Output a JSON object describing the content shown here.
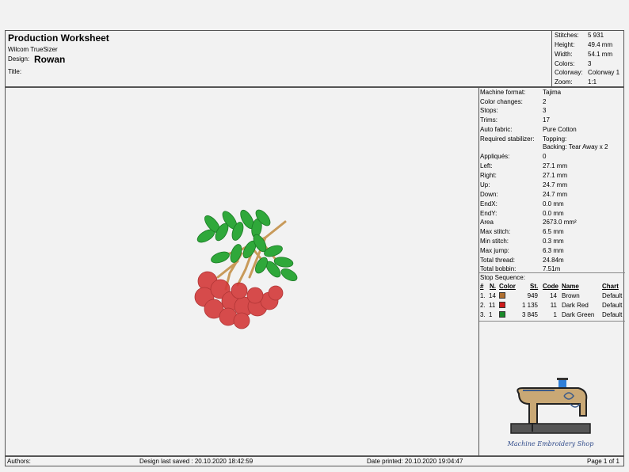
{
  "header": {
    "title": "Production Worksheet",
    "software": "Wilcom TrueSizer",
    "design_label": "Design:",
    "design_name": "Rowan",
    "title_label": "Title:"
  },
  "stats": [
    {
      "label": "Stitches:",
      "value": "5 931"
    },
    {
      "label": "Height:",
      "value": "49.4 mm"
    },
    {
      "label": "Width:",
      "value": "54.1 mm"
    },
    {
      "label": "Colors:",
      "value": "3"
    },
    {
      "label": "Colorway:",
      "value": "Colorway 1"
    },
    {
      "label": "Zoom:",
      "value": "1:1"
    }
  ],
  "info": [
    {
      "label": "Machine format:",
      "value": "Tajima"
    },
    {
      "label": "Color changes:",
      "value": "2"
    },
    {
      "label": "Stops:",
      "value": "3"
    },
    {
      "label": "Trims:",
      "value": "17"
    },
    {
      "label": "Auto fabric:",
      "value": "Pure Cotton"
    },
    {
      "label": "Required stabilizer:",
      "value": "Topping:"
    },
    {
      "label": "",
      "value": "Backing: Tear Away x 2"
    },
    {
      "label": "Appliqués:",
      "value": "0"
    },
    {
      "label": "Left:",
      "value": "27.1 mm"
    },
    {
      "label": "Right:",
      "value": "27.1 mm"
    },
    {
      "label": "Up:",
      "value": "24.7 mm"
    },
    {
      "label": "Down:",
      "value": "24.7 mm"
    },
    {
      "label": "EndX:",
      "value": "0.0 mm"
    },
    {
      "label": "EndY:",
      "value": "0.0 mm"
    },
    {
      "label": "Area",
      "value": "2673.0 mm²"
    },
    {
      "label": "Max stitch:",
      "value": "6.5 mm"
    },
    {
      "label": "Min stitch:",
      "value": "0.3 mm"
    },
    {
      "label": "Max jump:",
      "value": "6.3 mm"
    },
    {
      "label": "Total thread:",
      "value": "24.84m"
    },
    {
      "label": "Total bobbin:",
      "value": "7.51m"
    }
  ],
  "stop_sequence": {
    "title": "Stop Sequence:",
    "headers": {
      "num": "#",
      "n": "N.",
      "color": "Color",
      "st": "St.",
      "code": "Code",
      "name": "Name",
      "chart": "Chart"
    },
    "rows": [
      {
        "num": "1.",
        "n": "14",
        "hex": "#b07030",
        "st": "949",
        "code": "14",
        "name": "Brown",
        "chart": "Default"
      },
      {
        "num": "2.",
        "n": "11",
        "hex": "#cc1a1a",
        "st": "1 135",
        "code": "11",
        "name": "Dark Red",
        "chart": "Default"
      },
      {
        "num": "3.",
        "n": "1",
        "hex": "#1a8a2a",
        "st": "3 845",
        "code": "1",
        "name": "Dark Green",
        "chart": "Default"
      }
    ]
  },
  "logo": {
    "text": "Machine Embroidery Shop"
  },
  "footer": {
    "authors": "Authors:",
    "saved": "Design last saved : 20.10.2020 18:42:59",
    "printed": "Date printed: 20.10.2020 19:04:47",
    "page": "Page 1 of 1"
  }
}
